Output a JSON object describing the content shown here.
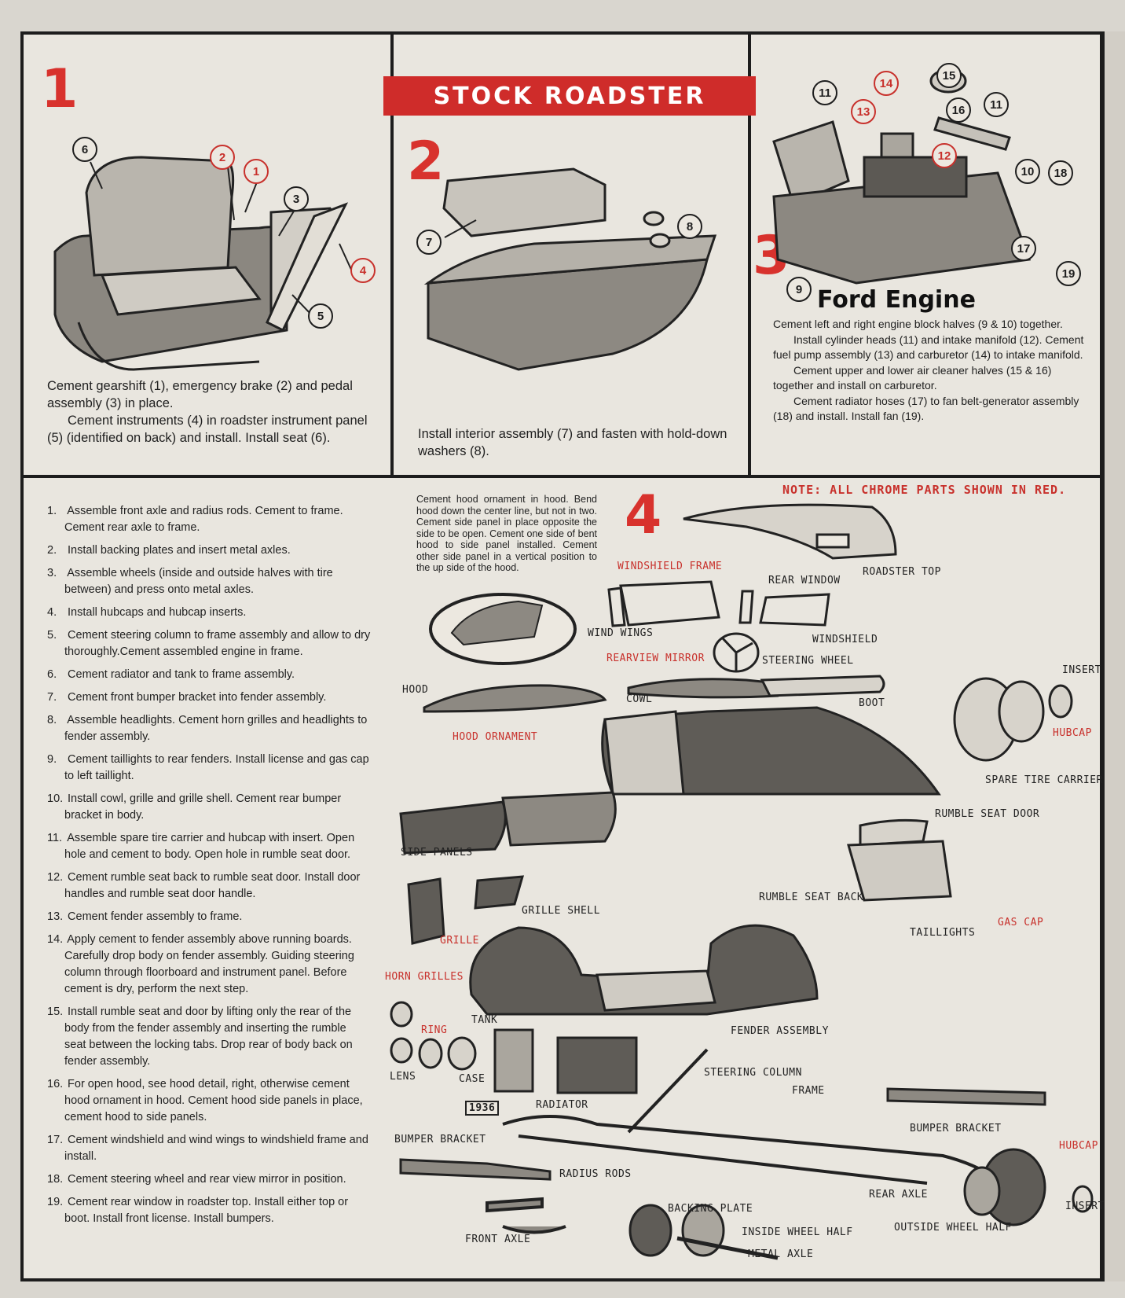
{
  "banner": "STOCK ROADSTER",
  "steps_top": {
    "step1": {
      "number": "1",
      "caption_line1": "Cement gearshift (1), emergency brake (2) and pedal assembly (3) in place.",
      "caption_line2": "Cement instruments (4) in roadster instrument panel (5) (identified on back) and install. Install seat (6)."
    },
    "step2": {
      "number": "2",
      "caption": "Install interior assembly (7) and fasten with hold-down washers (8)."
    },
    "step3": {
      "number": "3",
      "title": "Ford Engine",
      "lines": [
        "Cement left and right engine block halves (9 & 10) together.",
        "Install cylinder heads (11) and intake manifold (12). Cement fuel pump assembly (13) and carburetor (14) to intake manifold.",
        "Cement upper and lower air cleaner halves (15 & 16) together and install on carburetor.",
        "Cement radiator hoses (17) to fan belt-generator assembly (18) and install. Install fan (19)."
      ]
    }
  },
  "callouts": {
    "step1": [
      {
        "n": "6",
        "red": false
      },
      {
        "n": "2",
        "red": true
      },
      {
        "n": "1",
        "red": true
      },
      {
        "n": "3",
        "red": false
      },
      {
        "n": "4",
        "red": true
      },
      {
        "n": "5",
        "red": false
      }
    ],
    "step2": [
      {
        "n": "7",
        "red": false
      },
      {
        "n": "8",
        "red": false
      }
    ],
    "step3": [
      {
        "n": "11",
        "red": false
      },
      {
        "n": "14",
        "red": true
      },
      {
        "n": "15",
        "red": false
      },
      {
        "n": "13",
        "red": true
      },
      {
        "n": "16",
        "red": false
      },
      {
        "n": "11",
        "red": false
      },
      {
        "n": "12",
        "red": true
      },
      {
        "n": "10",
        "red": false
      },
      {
        "n": "18",
        "red": false
      },
      {
        "n": "17",
        "red": false
      },
      {
        "n": "19",
        "red": false
      },
      {
        "n": "9",
        "red": false
      }
    ]
  },
  "step4": {
    "number": "4",
    "note": "NOTE: ALL CHROME PARTS SHOWN IN RED.",
    "hood_note": "Cement hood ornament in hood. Bend hood down the center line, but not in two. Cement side panel in place opposite the side to be open. Cement one side of bent hood to side panel installed. Cement other side panel in a vertical position to the up side of the hood.",
    "instructions": [
      {
        "n": "1.",
        "text": "Assemble front axle and radius rods. Cement to frame. Cement rear axle to frame."
      },
      {
        "n": "2.",
        "text": "Install backing plates and insert metal axles."
      },
      {
        "n": "3.",
        "text": "Assemble wheels (inside and outside halves with tire between) and press onto metal axles."
      },
      {
        "n": "4.",
        "text": "Install hubcaps and hubcap inserts."
      },
      {
        "n": "5.",
        "text": "Cement steering column to frame assembly and allow to dry thoroughly.Cement assembled engine in frame."
      },
      {
        "n": "6.",
        "text": "Cement radiator and tank to frame assembly."
      },
      {
        "n": "7.",
        "text": "Cement front bumper bracket into fender assembly."
      },
      {
        "n": "8.",
        "text": "Assemble headlights. Cement horn grilles and headlights to fender assembly."
      },
      {
        "n": "9.",
        "text": "Cement taillights to rear fenders. Install license and gas cap to left taillight."
      },
      {
        "n": "10.",
        "text": "Install cowl, grille and grille shell. Cement rear bumper bracket in body."
      },
      {
        "n": "11.",
        "text": "Assemble spare tire carrier and hubcap with insert. Open hole and cement to body. Open hole in rumble seat door."
      },
      {
        "n": "12.",
        "text": "Cement rumble seat back to rumble seat door. Install door handles and rumble seat door handle."
      },
      {
        "n": "13.",
        "text": "Cement fender assembly to frame."
      },
      {
        "n": "14.",
        "text": "Apply cement to fender assembly above running boards. Carefully drop body on fender assembly. Guiding steering column through floorboard and instrument panel. Before cement is dry, perform the next step."
      },
      {
        "n": "15.",
        "text": "Install rumble seat and door by lifting only the rear of the body from the fender assembly and inserting the rumble seat between the locking tabs. Drop rear of body back on fender assembly."
      },
      {
        "n": "16.",
        "text": "For open hood, see hood detail, right, otherwise cement hood ornament in hood. Cement hood side panels in place, cement hood to side panels."
      },
      {
        "n": "17.",
        "text": "Cement windshield and wind wings to windshield frame and install."
      },
      {
        "n": "18.",
        "text": "Cement steering wheel and rear view mirror in position."
      },
      {
        "n": "19.",
        "text": "Cement rear window in roadster top. Install either top or boot. Install front license. Install bumpers."
      }
    ],
    "labels": {
      "windshield_frame": "WINDSHIELD FRAME",
      "rear_window": "REAR WINDOW",
      "roadster_top": "ROADSTER TOP",
      "wind_wings": "WIND WINGS",
      "windshield": "WINDSHIELD",
      "rearview_mirror": "REARVIEW MIRROR",
      "steering_wheel": "STEERING WHEEL",
      "insert_top": "INSERT",
      "hood": "HOOD",
      "cowl": "COWL",
      "boot": "BOOT",
      "hood_ornament": "HOOD ORNAMENT",
      "hubcap_top": "HUBCAP",
      "spare_tire_carrier": "SPARE TIRE CARRIER",
      "rumble_seat_door": "RUMBLE SEAT DOOR",
      "side_panels": "SIDE PANELS",
      "rumble_seat_back": "RUMBLE SEAT BACK",
      "grille_shell": "GRILLE SHELL",
      "gas_cap": "GAS CAP",
      "taillights": "TAILLIGHTS",
      "grille": "GRILLE",
      "horn_grilles": "HORN GRILLES",
      "tank": "TANK",
      "fender_assembly": "FENDER ASSEMBLY",
      "ring": "RING",
      "lens": "LENS",
      "case": "CASE",
      "steering_column": "STEERING COLUMN",
      "frame": "FRAME",
      "radiator": "RADIATOR",
      "license_plate": "1936",
      "bumper_bracket_left": "BUMPER BRACKET",
      "bumper_bracket_right": "BUMPER BRACKET",
      "hubcap_bottom": "HUBCAP",
      "radius_rods": "RADIUS RODS",
      "rear_axle": "REAR AXLE",
      "insert_bottom": "INSERT",
      "backing_plate": "BACKING PLATE",
      "front_axle": "FRONT AXLE",
      "inside_wheel_half": "INSIDE WHEEL HALF",
      "outside_wheel_half": "OUTSIDE WHEEL HALF",
      "metal_axle": "METAL AXLE"
    }
  }
}
